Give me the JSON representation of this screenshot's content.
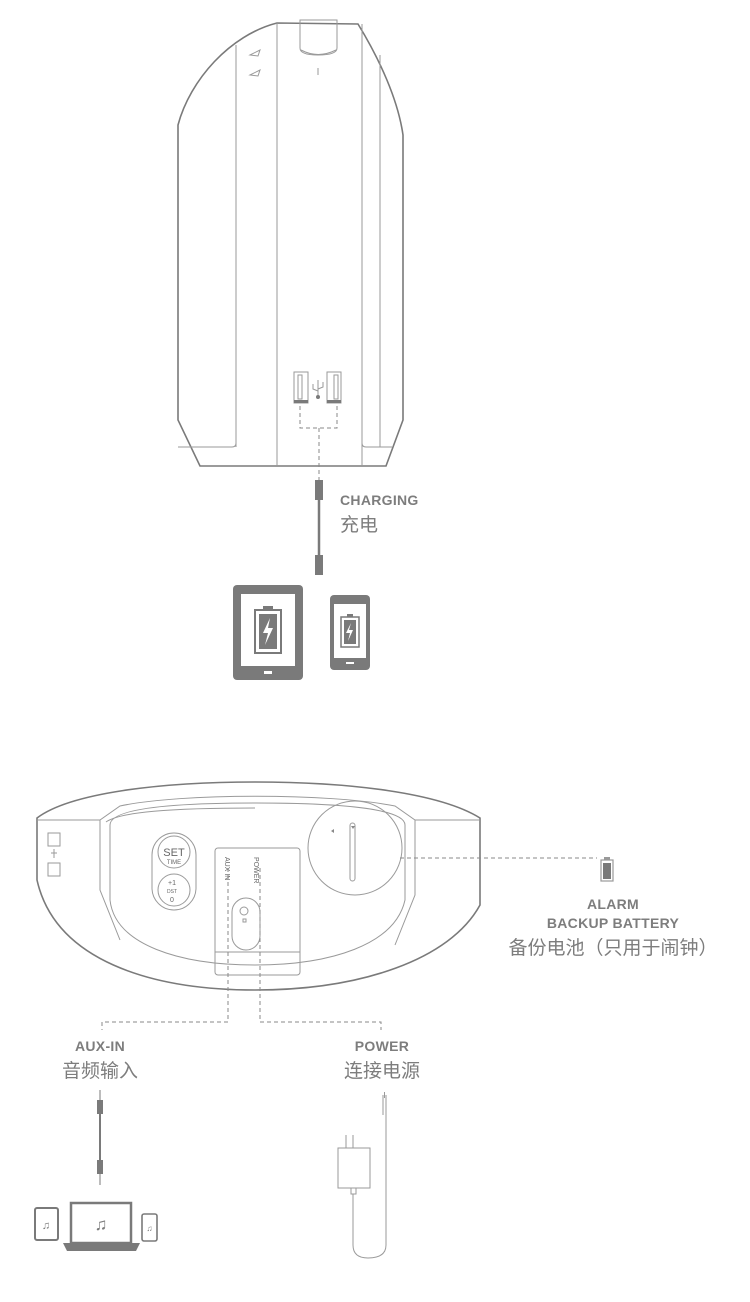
{
  "charging": {
    "label_en": "CHARGING",
    "label_cn": "充电"
  },
  "battery": {
    "label_en_1": "ALARM",
    "label_en_2": "BACKUP BATTERY",
    "label_cn": "备份电池（只用于闹钟）"
  },
  "aux": {
    "label_en": "AUX-IN",
    "label_cn": "音频输入"
  },
  "power": {
    "label_en": "POWER",
    "label_cn": "连接电源"
  },
  "panel": {
    "set": "SET",
    "time": "TIME",
    "plus1": "+1",
    "dst": "DST",
    "zero": "0",
    "aux_port": "AUX IN",
    "power_port": "POWER"
  },
  "colors": {
    "line": "#7a7a7a",
    "text": "#7d7d7d"
  },
  "icons": [
    "usb-icon",
    "battery-charging-icon",
    "music-note-icon",
    "power-adapter-icon",
    "coin-battery-icon"
  ]
}
